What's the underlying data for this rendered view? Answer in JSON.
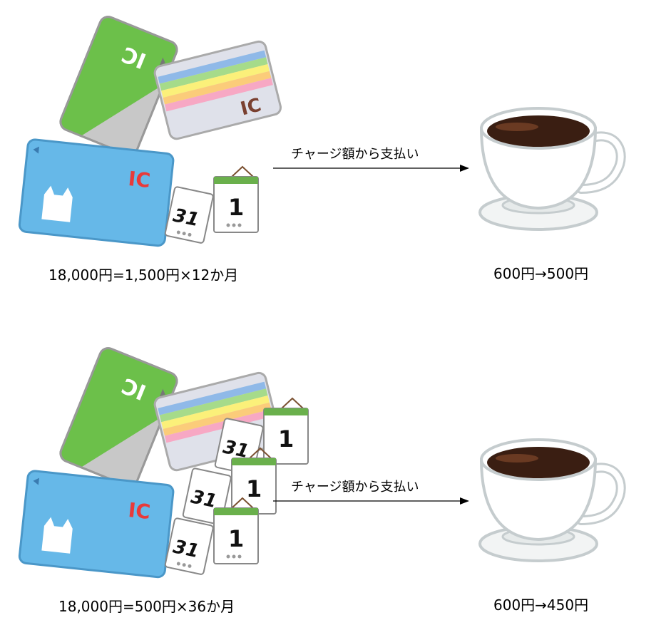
{
  "rows": [
    {
      "arrow_label": "チャージ額から支払い",
      "calc_label": "18,000円=1,500円×12か月",
      "price_label": "600円→500円",
      "calendar_count": 1,
      "calendar_page_back": "31",
      "calendar_page_front": "1"
    },
    {
      "arrow_label": "チャージ額から支払い",
      "calc_label": "18,000円=500円×36か月",
      "price_label": "600円→450円",
      "calendar_count": 3,
      "calendar_page_back": "31",
      "calendar_page_front": "1"
    }
  ],
  "cards": {
    "green_card_text": "IC",
    "striped_card_text": "IC",
    "blue_card_text": "IC"
  },
  "colors": {
    "green_card": "#6cc04a",
    "gray_card": "#c8c8c8",
    "blue_card": "#66b8e8",
    "ic_red": "#e83a3a",
    "ic_brown": "#7a4030",
    "coffee": "#3a1e12",
    "calendar_green": "#6ab04c"
  }
}
